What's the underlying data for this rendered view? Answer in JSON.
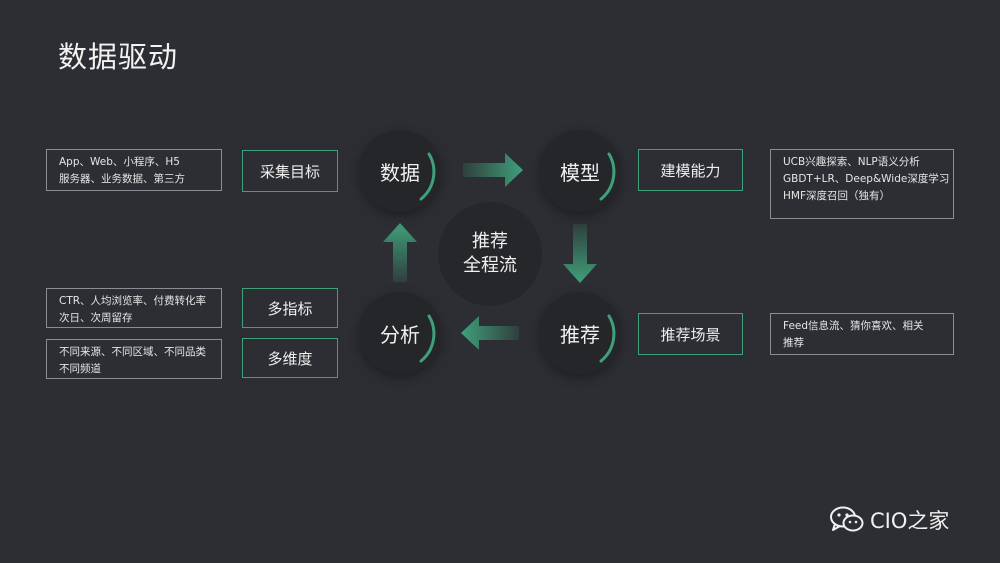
{
  "title": "数据驱动",
  "nodes": {
    "data": "数据",
    "model": "模型",
    "recommend": "推荐",
    "analysis": "分析",
    "center_line1": "推荐",
    "center_line2": "全程流"
  },
  "labels": {
    "collect": "采集目标",
    "modeling": "建模能力",
    "scene": "推荐场景",
    "multi_metric": "多指标",
    "multi_dim": "多维度"
  },
  "info": {
    "sources": [
      "App、Web、小程序、H5",
      "服务器、业务数据、第三方"
    ],
    "model_caps": [
      "UCB兴趣探索、NLP语义分析",
      "GBDT+LR、Deep&Wide深度学习",
      "HMF深度召回（独有）"
    ],
    "scenes": [
      "Feed信息流、猜你喜欢、相关",
      "推荐"
    ],
    "metrics": [
      "CTR、人均浏览率、付费转化率",
      "次日、次周留存"
    ],
    "dims": [
      "不同来源、不同区域、不同品类",
      "不同频道"
    ]
  },
  "logo": {
    "text": "CIO之家",
    "icon": "wechat-icon"
  },
  "colors": {
    "accent": "#3fa07a",
    "background": "#2d2e33"
  }
}
